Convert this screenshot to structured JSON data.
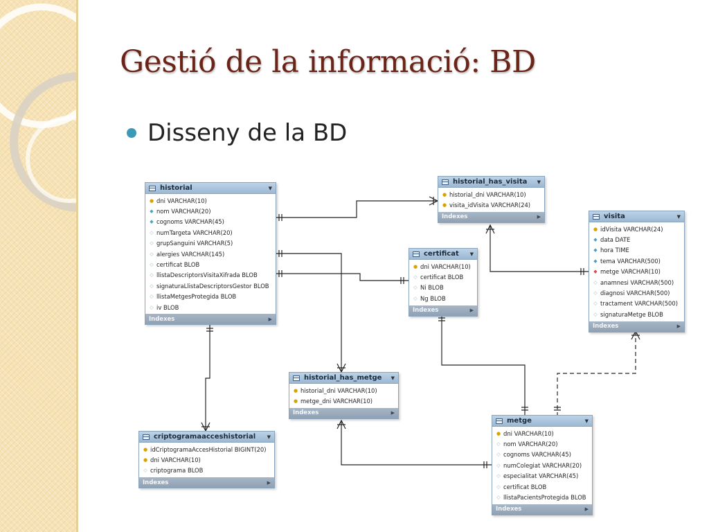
{
  "slide": {
    "title": "Gestió de la informació: BD",
    "bullet": "Disseny de la BD"
  },
  "diagram": {
    "entities": [
      {
        "name": "historial",
        "columns": [
          {
            "text": "dni VARCHAR(10)",
            "icon": "key"
          },
          {
            "text": "nom VARCHAR(20)",
            "icon": "regular"
          },
          {
            "text": "cognoms VARCHAR(45)",
            "icon": "regular"
          },
          {
            "text": "numTargeta VARCHAR(20)",
            "icon": "nullable"
          },
          {
            "text": "grupSanguini VARCHAR(5)",
            "icon": "nullable"
          },
          {
            "text": "alergies VARCHAR(145)",
            "icon": "nullable"
          },
          {
            "text": "certificat BLOB",
            "icon": "nullable"
          },
          {
            "text": "llistaDescriptorsVisitaXifrada BLOB",
            "icon": "nullable"
          },
          {
            "text": "signaturaLlistaDescriptorsGestor BLOB",
            "icon": "nullable"
          },
          {
            "text": "llistaMetgesProtegida BLOB",
            "icon": "nullable"
          },
          {
            "text": "iv BLOB",
            "icon": "nullable"
          }
        ],
        "footer": "Indexes"
      },
      {
        "name": "historial_has_visita",
        "columns": [
          {
            "text": "historial_dni VARCHAR(10)",
            "icon": "key"
          },
          {
            "text": "visita_idVisita VARCHAR(24)",
            "icon": "key"
          }
        ],
        "footer": "Indexes"
      },
      {
        "name": "visita",
        "columns": [
          {
            "text": "idVisita VARCHAR(24)",
            "icon": "key"
          },
          {
            "text": "data DATE",
            "icon": "regular"
          },
          {
            "text": "hora TIME",
            "icon": "regular"
          },
          {
            "text": "tema VARCHAR(500)",
            "icon": "regular"
          },
          {
            "text": "metge VARCHAR(10)",
            "icon": "fk"
          },
          {
            "text": "anamnesi VARCHAR(500)",
            "icon": "nullable"
          },
          {
            "text": "diagnosi VARCHAR(500)",
            "icon": "nullable"
          },
          {
            "text": "tractament VARCHAR(500)",
            "icon": "nullable"
          },
          {
            "text": "signaturaMetge BLOB",
            "icon": "nullable"
          }
        ],
        "footer": "Indexes"
      },
      {
        "name": "certificat",
        "columns": [
          {
            "text": "dni VARCHAR(10)",
            "icon": "key"
          },
          {
            "text": "certificat BLOB",
            "icon": "nullable"
          },
          {
            "text": "Ni BLOB",
            "icon": "nullable"
          },
          {
            "text": "Ng BLOB",
            "icon": "nullable"
          }
        ],
        "footer": "Indexes"
      },
      {
        "name": "historial_has_metge",
        "columns": [
          {
            "text": "historial_dni VARCHAR(10)",
            "icon": "key"
          },
          {
            "text": "metge_dni VARCHAR(10)",
            "icon": "key"
          }
        ],
        "footer": "Indexes"
      },
      {
        "name": "criptogramaacceshistorial",
        "columns": [
          {
            "text": "idCriptogramaAccesHistorial BIGINT(20)",
            "icon": "key"
          },
          {
            "text": "dni VARCHAR(10)",
            "icon": "key"
          },
          {
            "text": "criptograma BLOB",
            "icon": "nullable"
          }
        ],
        "footer": "Indexes"
      },
      {
        "name": "metge",
        "columns": [
          {
            "text": "dni VARCHAR(10)",
            "icon": "key"
          },
          {
            "text": "nom VARCHAR(20)",
            "icon": "nullable"
          },
          {
            "text": "cognoms VARCHAR(45)",
            "icon": "nullable"
          },
          {
            "text": "numColegiat VARCHAR(20)",
            "icon": "nullable"
          },
          {
            "text": "especialitat VARCHAR(45)",
            "icon": "nullable"
          },
          {
            "text": "certificat BLOB",
            "icon": "nullable"
          },
          {
            "text": "llistaPacientsProtegida BLOB",
            "icon": "nullable"
          }
        ],
        "footer": "Indexes"
      }
    ]
  }
}
